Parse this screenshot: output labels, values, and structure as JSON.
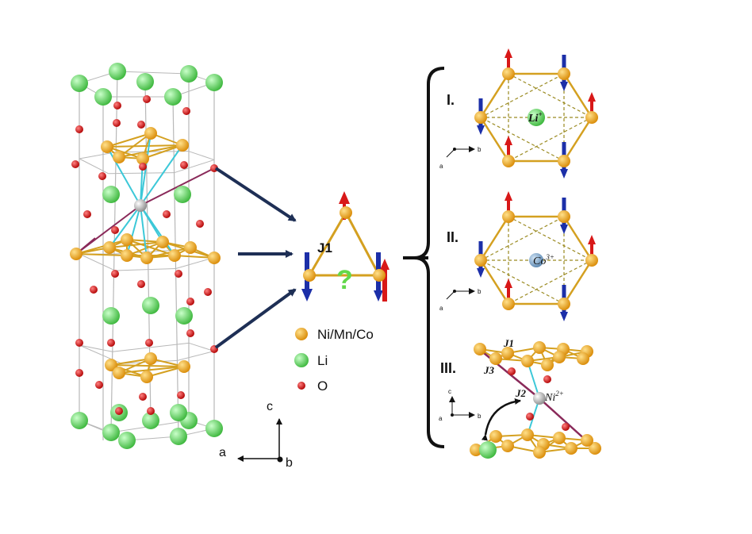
{
  "labels": {
    "j1": "J1",
    "question": "?",
    "legend": [
      {
        "label": "Ni/Mn/Co",
        "color": "#f0a020"
      },
      {
        "label": "Li",
        "color": "#6fdc6f"
      },
      {
        "label": "O",
        "color": "#d81414"
      }
    ],
    "axes_main": {
      "a": "a",
      "b": "b",
      "c": "c"
    },
    "axes_small": {
      "a": "a",
      "b": "b",
      "c": "c"
    },
    "panel_I": {
      "roman": "I.",
      "ion": "Li",
      "charge": "+"
    },
    "panel_II": {
      "roman": "II.",
      "ion": "Co",
      "charge": "3+"
    },
    "panel_III": {
      "roman": "III.",
      "ion": "Ni",
      "charge": "2+",
      "j1": "J1",
      "j2": "J2",
      "j3": "J3"
    }
  },
  "colors": {
    "tm": "#f0a020",
    "li": "#6fdc6f",
    "o": "#d81414",
    "bond": "#d4a020",
    "cell": "#b8b8b8",
    "spin_up": "#d81818",
    "spin_down": "#1c2fa8",
    "arrow": "#1e2f55",
    "cyan": "#3cc8d8",
    "purple": "#8a2a5a"
  }
}
